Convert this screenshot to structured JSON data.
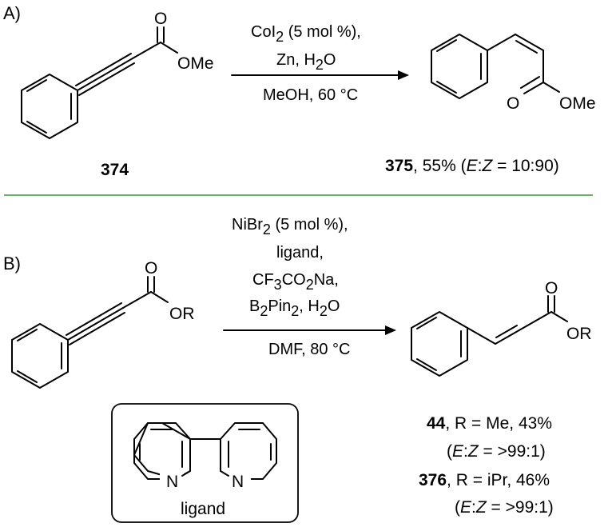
{
  "panel_a": {
    "label": "A)",
    "reactant": {
      "ester_group": "OMe",
      "carbonyl_o": "O",
      "compound_number": "374"
    },
    "conditions": {
      "above_1_pre": "CoI",
      "above_1_sub": "2",
      "above_1_post": " (5 mol %),",
      "above_2_pre": "Zn, H",
      "above_2_sub": "2",
      "above_2_post": "O",
      "below_1": "MeOH, 60 °C"
    },
    "product": {
      "ester_group": "OMe",
      "carbonyl_o": "O",
      "compound_number": "375",
      "yield": ", 55% (",
      "e": "E",
      "colon": ":",
      "z": "Z",
      "ratio": " = 10:90)"
    }
  },
  "divider_color": "#3a9a3a",
  "panel_b": {
    "label": "B)",
    "reactant": {
      "ester_group": "OR",
      "carbonyl_o": "O"
    },
    "conditions": {
      "line_1_pre": "NiBr",
      "line_1_sub": "2",
      "line_1_post": " (5 mol %),",
      "line_2": "ligand,",
      "line_3_a": "CF",
      "line_3_sub1": "3",
      "line_3_b": "CO",
      "line_3_sub2": "2",
      "line_3_c": "Na,",
      "line_4_a": "B",
      "line_4_sub1": "2",
      "line_4_b": "Pin",
      "line_4_sub2": "2",
      "line_4_c": ", H",
      "line_4_sub3": "2",
      "line_4_d": "O",
      "below_1": "DMF, 80 °C"
    },
    "product": {
      "ester_group": "OR",
      "carbonyl_o": "O"
    },
    "results": [
      {
        "number": "44",
        "text": ", R = Me, 43%",
        "e": "E",
        "colon": ":",
        "z": "Z",
        "ratio": " = >99:1)",
        "open": "("
      },
      {
        "number": "376",
        "text": ", R = iPr, 46%",
        "e": "E",
        "colon": ":",
        "z": "Z",
        "ratio": " = >99:1)",
        "open": "("
      }
    ],
    "ligand_box": {
      "n_left": "N",
      "n_right": "N",
      "caption": "ligand"
    }
  }
}
